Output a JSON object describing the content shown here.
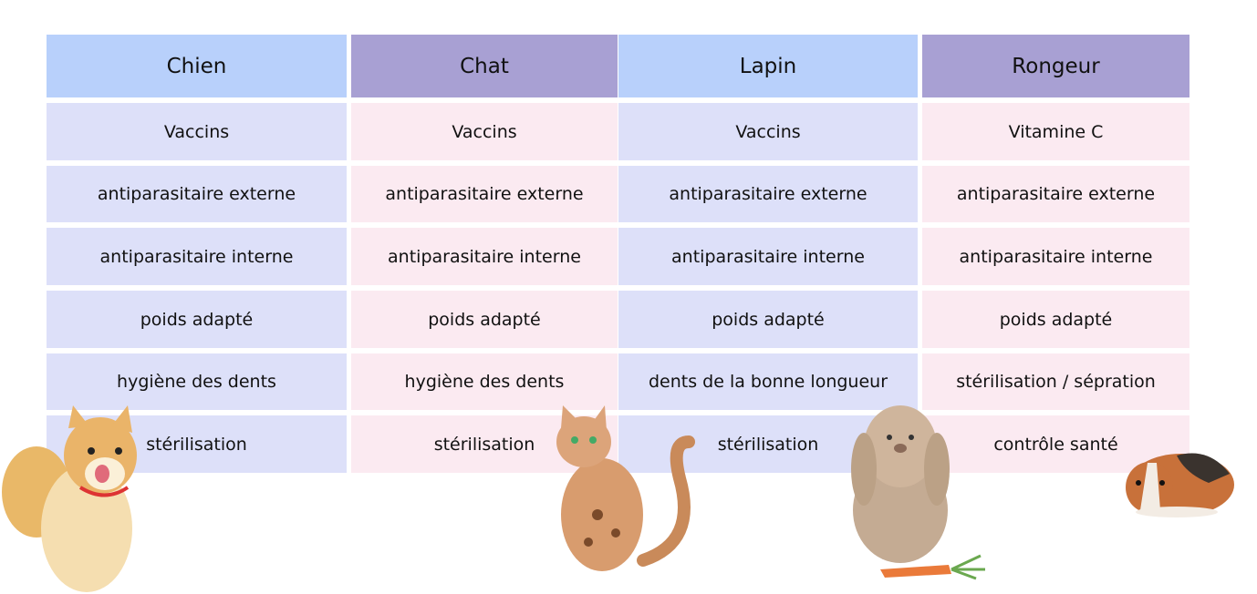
{
  "columns": [
    {
      "header": "Chien",
      "items": [
        "Vaccins",
        "antiparasitaire externe",
        "antiparasitaire interne",
        "poids adapté",
        "hygiène des dents",
        "stérilisation"
      ]
    },
    {
      "header": "Chat",
      "items": [
        "Vaccins",
        "antiparasitaire externe",
        "antiparasitaire interne",
        "poids adapté",
        "hygiène des dents",
        "stérilisation"
      ]
    },
    {
      "header": "Lapin",
      "items": [
        "Vaccins",
        "antiparasitaire externe",
        "antiparasitaire interne",
        "poids adapté",
        "dents de la bonne longueur",
        "stérilisation"
      ]
    },
    {
      "header": "Rongeur",
      "items": [
        "Vitamine C",
        "antiparasitaire externe",
        "antiparasitaire interne",
        "poids adapté",
        "stérilisation / sépration",
        "contrôle santé"
      ]
    }
  ],
  "colors": {
    "header_blue": "#b8d0fb",
    "header_purple": "#a8a0d3",
    "cell_blue": "#dde0f9",
    "cell_pink": "#fbeaf1"
  }
}
